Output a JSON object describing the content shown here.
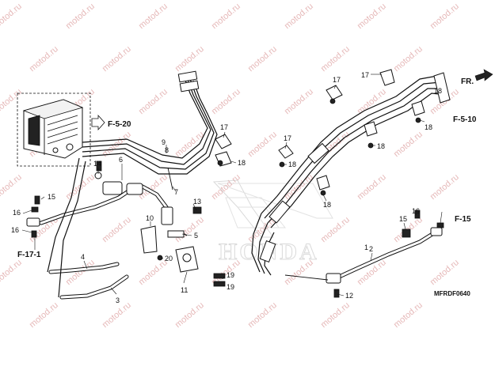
{
  "watermark": {
    "text": "motod.ru",
    "color": "#e6b9b9"
  },
  "brand": {
    "text": "HONDA",
    "color": "#c8c8c8"
  },
  "diagram_code": "MFRDF0640",
  "refs": {
    "f520": "F-5-20",
    "f171": "F-17-1",
    "f510": "F-5-10",
    "f15": "F-15",
    "fr": "FR."
  },
  "callouts": {
    "c1": "1",
    "c2": "2",
    "c3": "3",
    "c4": "4",
    "c5": "5",
    "c6": "6",
    "c7": "7",
    "c8": "8",
    "c9": "9",
    "c10": "10",
    "c11": "11",
    "c12": "12",
    "c13": "13",
    "c14": "14",
    "c15a": "15",
    "c15b": "15",
    "c16a": "16",
    "c16b": "16",
    "c16c": "16",
    "c17a": "17",
    "c17b": "17",
    "c17c": "17",
    "c17d": "17",
    "c18a": "18",
    "c18b": "18",
    "c18c": "18",
    "c18d": "18",
    "c18e": "18",
    "c18f": "18",
    "c19a": "19",
    "c19b": "19",
    "c20": "20"
  }
}
